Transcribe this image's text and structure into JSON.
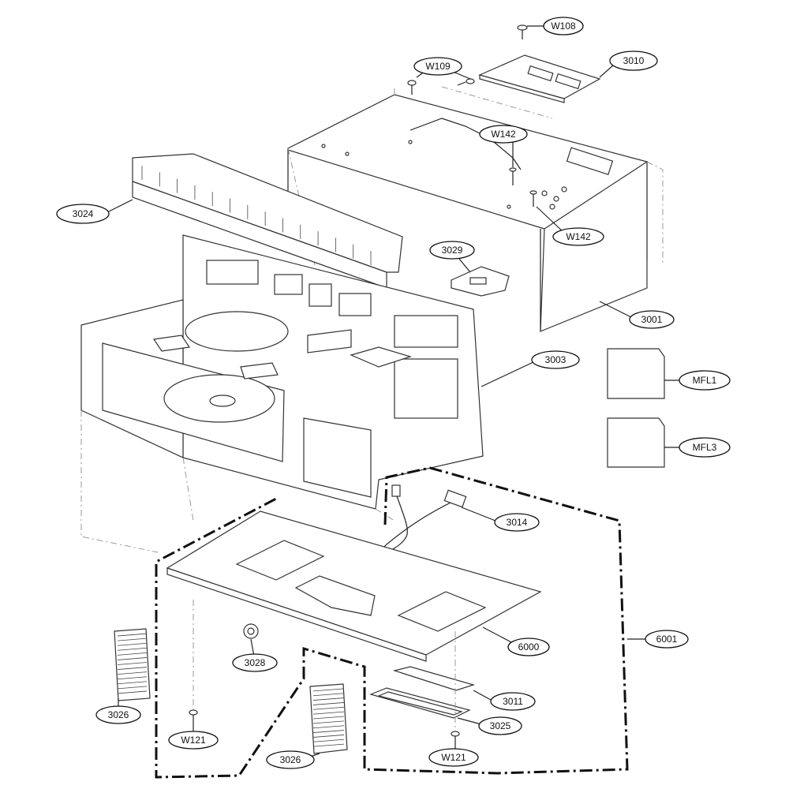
{
  "diagram": {
    "labels": {
      "w108": "W108",
      "p3010": "3010",
      "w109": "W109",
      "w142_top": "W142",
      "w142_side": "W142",
      "p3024": "3024",
      "p3029": "3029",
      "p3001": "3001",
      "p3003": "3003",
      "mfl1": "MFL1",
      "mfl3": "MFL3",
      "p3014": "3014",
      "p6000": "6000",
      "p6001": "6001",
      "p3028": "3028",
      "p3026_left": "3026",
      "p3011": "3011",
      "p3025": "3025",
      "w121_left": "W121",
      "w121_right": "W121",
      "p3026_bottom": "3026"
    }
  }
}
